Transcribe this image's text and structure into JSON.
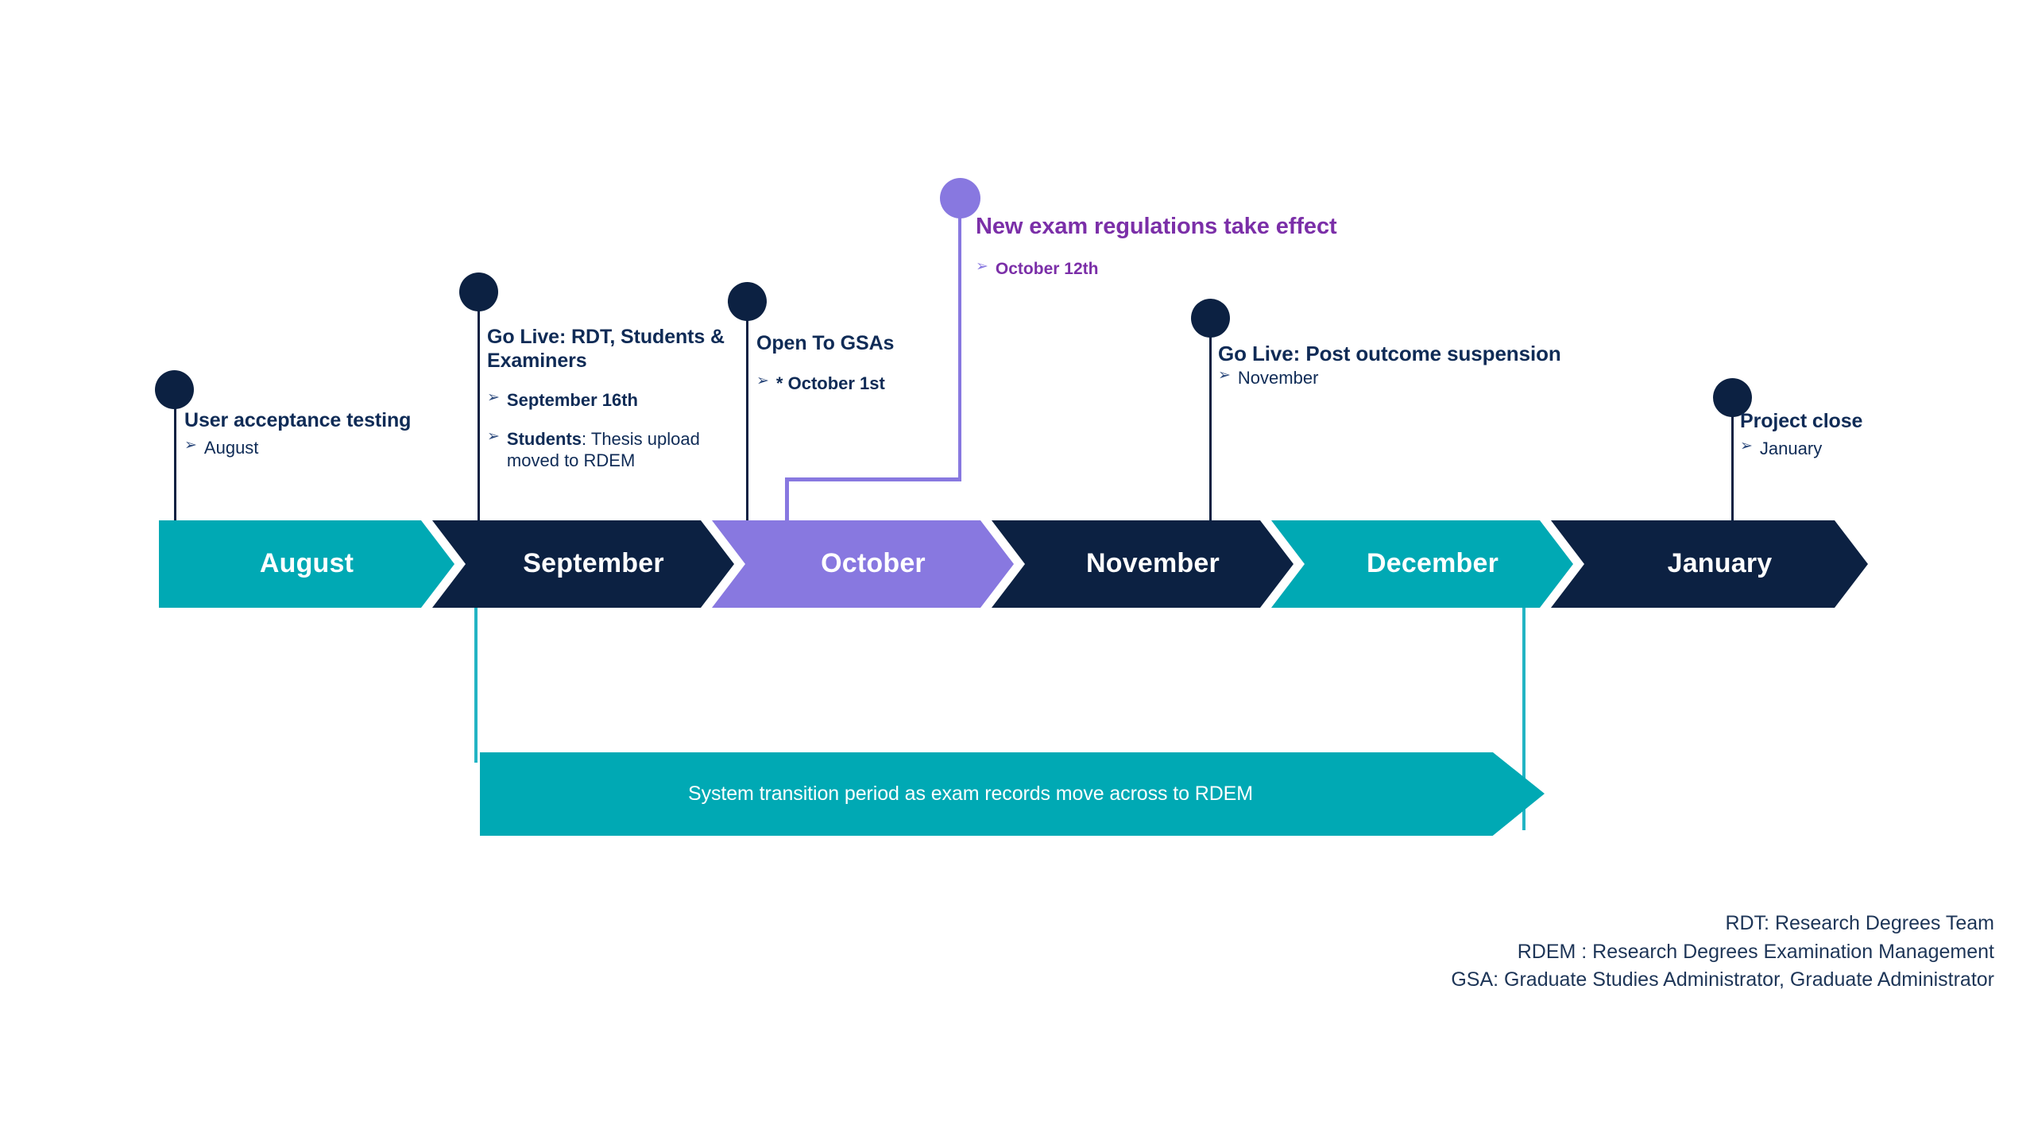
{
  "colors": {
    "teal": "#00A9B4",
    "teal_light": "#22B4C4",
    "navy": "#0C2142",
    "purple": "#8878E0",
    "purple_text": "#7B2FA8",
    "text_navy": "#0F2B56",
    "white": "#FFFFFF"
  },
  "timeline": {
    "months": [
      {
        "label": "August",
        "color": "#00A9B4"
      },
      {
        "label": "September",
        "color": "#0C2142"
      },
      {
        "label": "October",
        "color": "#8878E0"
      },
      {
        "label": "November",
        "color": "#0C2142"
      },
      {
        "label": "December",
        "color": "#00A9B4"
      },
      {
        "label": "January",
        "color": "#0C2142"
      }
    ]
  },
  "milestones": [
    {
      "id": "user-acceptance-testing",
      "title": "User acceptance testing",
      "bullets": [
        {
          "marker": "➢",
          "text": "August"
        }
      ]
    },
    {
      "id": "go-live-rdt-students-examiners",
      "title": "Go Live: RDT, Students & Examiners",
      "bullets": [
        {
          "marker": "➢",
          "text": "September 16th",
          "bold": true
        },
        {
          "marker": "➢",
          "strong": "Students",
          "text": ": Thesis upload moved to RDEM"
        }
      ]
    },
    {
      "id": "open-to-gsas",
      "title": "Open To GSAs",
      "bullets": [
        {
          "marker": "➢",
          "text": "* October 1st",
          "bold": true
        }
      ]
    },
    {
      "id": "new-exam-regulations",
      "title": "New exam regulations take effect",
      "bullets": [
        {
          "marker": "➢",
          "text": "October 12th",
          "bold": true
        }
      ]
    },
    {
      "id": "go-live-post-outcome-suspension",
      "title": "Go Live: Post outcome suspension",
      "bullets": [
        {
          "marker": "➢",
          "text": "November"
        }
      ]
    },
    {
      "id": "project-close",
      "title": "Project close",
      "bullets": [
        {
          "marker": "➢",
          "text": "January"
        }
      ]
    }
  ],
  "transition_arrow": {
    "label": "System transition period as exam records move across to RDEM"
  },
  "legend": {
    "lines": [
      "RDT:  Research Degrees Team",
      "RDEM : Research Degrees Examination Management",
      "GSA: Graduate Studies Administrator, Graduate Administrator"
    ]
  }
}
